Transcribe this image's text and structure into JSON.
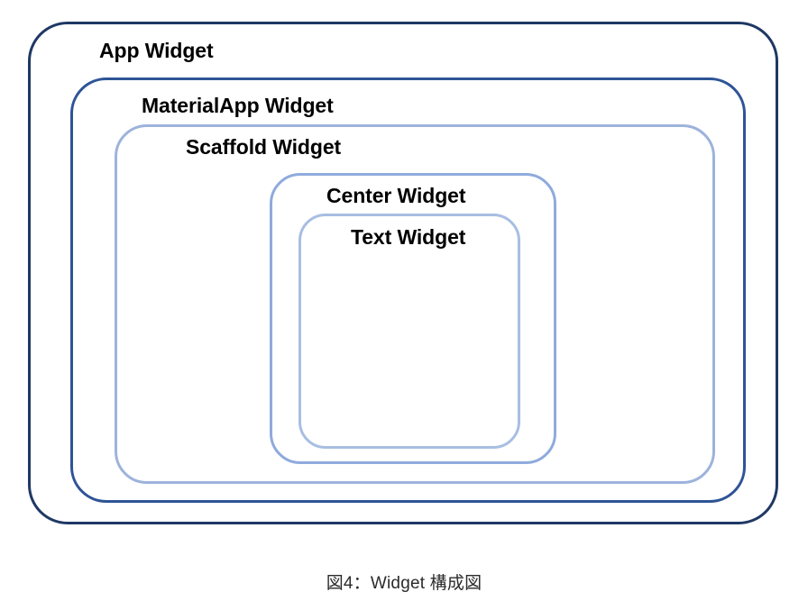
{
  "figure": {
    "caption": "図4：Widget 構成図",
    "type": "nested-containment-diagram",
    "background_color": "#FFFFFF"
  },
  "hierarchy": {
    "levels": [
      {
        "id": "app",
        "label": "App Widget",
        "depth": 0,
        "border_color": "#1F3864",
        "label_color": "#000000"
      },
      {
        "id": "materialapp",
        "label": "MaterialApp Widget",
        "depth": 1,
        "border_color": "#2E5496",
        "label_color": "#000000"
      },
      {
        "id": "scaffold",
        "label": "Scaffold Widget",
        "depth": 2,
        "border_color": "#9DB3DC",
        "label_color": "#000000"
      },
      {
        "id": "center",
        "label": "Center Widget",
        "depth": 3,
        "border_color": "#8FAADC",
        "label_color": "#000000"
      },
      {
        "id": "text",
        "label": "Text Widget",
        "depth": 4,
        "border_color": "#A8BEE2",
        "label_color": "#000000"
      }
    ]
  }
}
